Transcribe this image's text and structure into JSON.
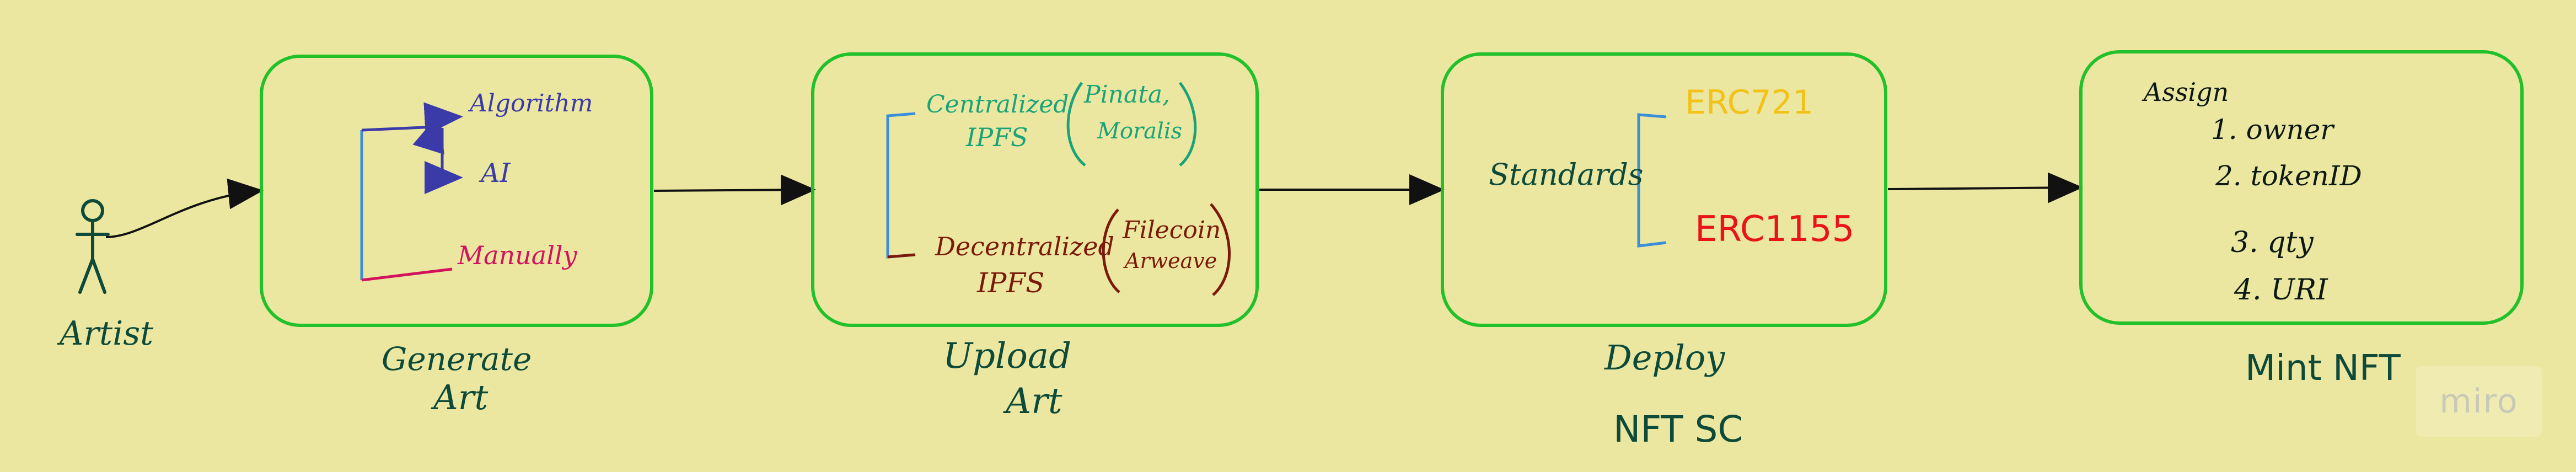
{
  "actor": {
    "label": "Artist",
    "icon": "stick-figure-icon"
  },
  "steps": [
    {
      "id": "generate",
      "label_line1": "Generate",
      "label_line2": "Art",
      "content": {
        "algorithm": "Algorithm",
        "ai": "AI",
        "manually": "Manually"
      }
    },
    {
      "id": "upload",
      "label_line1": "Upload",
      "label_line2": "Art",
      "content": {
        "centralized_line1": "Centralized",
        "centralized_line2": "IPFS",
        "centralized_providers_line1": "Pinata,",
        "centralized_providers_line2": "Moralis",
        "decentralized_line1": "Decentralized",
        "decentralized_line2": "IPFS",
        "decentralized_providers_line1": "Filecoin",
        "decentralized_providers_line2": "Arweave"
      }
    },
    {
      "id": "deploy",
      "label_line1": "Deploy",
      "label_line2": "NFT SC",
      "content": {
        "standards": "Standards",
        "erc721": "ERC721",
        "erc1155": "ERC1155"
      }
    },
    {
      "id": "mint",
      "label_line1": "Mint NFT",
      "content": {
        "title": "Assign",
        "items": [
          "1. owner",
          "2. tokenID",
          "3. qty",
          "4. URI"
        ]
      }
    }
  ],
  "watermark": "miro",
  "colors": {
    "background": "#ece7a0",
    "box_border": "#22c02a",
    "label_text": "#0d4a3a",
    "algorithm": "#3a3aa8",
    "manually": "#d1135e",
    "centralized": "#1aa37a",
    "decentralized": "#7a1a0a",
    "erc721": "#f2c21a",
    "erc1155": "#e8141a",
    "bracket_blue": "#3a8fd8"
  }
}
